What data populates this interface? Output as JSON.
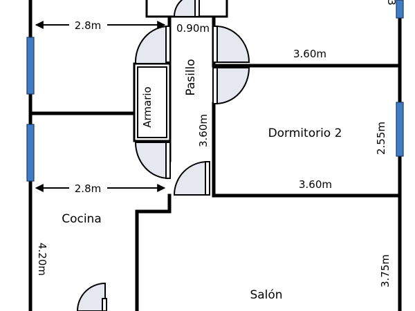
{
  "rooms": {
    "pasillo": "Pasillo",
    "armario": "Armario",
    "dormitorio2": "Dormitorio 2",
    "cocina": "Cocina",
    "salon": "Salón"
  },
  "dimensions": {
    "top_left_width": "2.8m",
    "door_width": "0.90m",
    "dorm_top_width": "3.60m",
    "pasillo_length": "3.60m",
    "dorm_height": "2.55m",
    "mid_left_width": "2.8m",
    "dorm_bottom_width": "3.60m",
    "cocina_height": "4.20m",
    "salon_height": "3.75m",
    "top_right_partial": "3"
  },
  "colors": {
    "wall": "#000000",
    "window": "#3f7cc4",
    "door_swing": "#e6e8ef"
  }
}
